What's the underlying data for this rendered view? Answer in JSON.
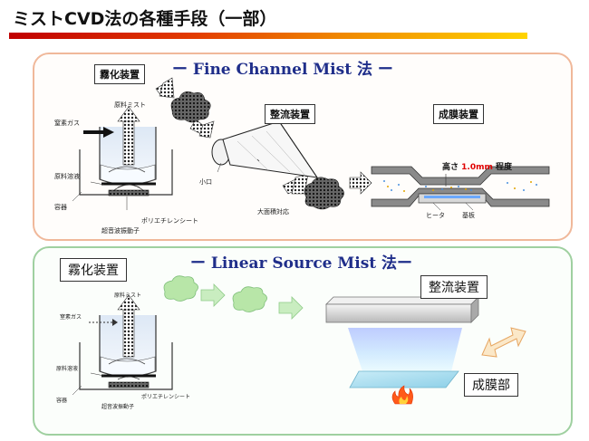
{
  "title": "ミストCVD法の各種手段（一部）",
  "fine": {
    "section_title": "ー Fine Channel Mist 法 ー",
    "atomizer_label": "霧化装置",
    "rectifier_label": "整流装置",
    "deposition_label": "成膜装置",
    "raw_mist": "原料ミスト",
    "nitrogen_gas": "窒素ガス",
    "raw_solution": "原料溶液",
    "container": "容器",
    "polyethylene_sheet": "ポリエチレンシート",
    "ultrasonic_transducer": "超音波振動子",
    "small_mouth": "小口",
    "large_area": "大面積対応",
    "height_prefix": "高さ",
    "height_value": "1.0mm",
    "height_suffix": "程度",
    "heater": "ヒータ",
    "substrate": "基板"
  },
  "linear": {
    "section_title": "ー Linear Source Mist 法ー",
    "atomizer_label": "霧化装置",
    "rectifier_label": "整流装置",
    "deposition_label": "成膜部",
    "raw_mist": "原料ミスト",
    "nitrogen_gas": "窒素ガス",
    "raw_solution": "原料溶液",
    "container": "容器",
    "polyethylene_sheet": "ポリエチレンシート",
    "ultrasonic_transducer": "超音波振動子"
  },
  "colors": {
    "title_red": "#c00000",
    "title_yellow": "#ffd400",
    "fine_border": "#f0b89a",
    "linear_border": "#9fd0a0",
    "mist_green": "#b8e6a8",
    "section_blue": "#1f2e8a",
    "highlight_red": "#e00000"
  }
}
